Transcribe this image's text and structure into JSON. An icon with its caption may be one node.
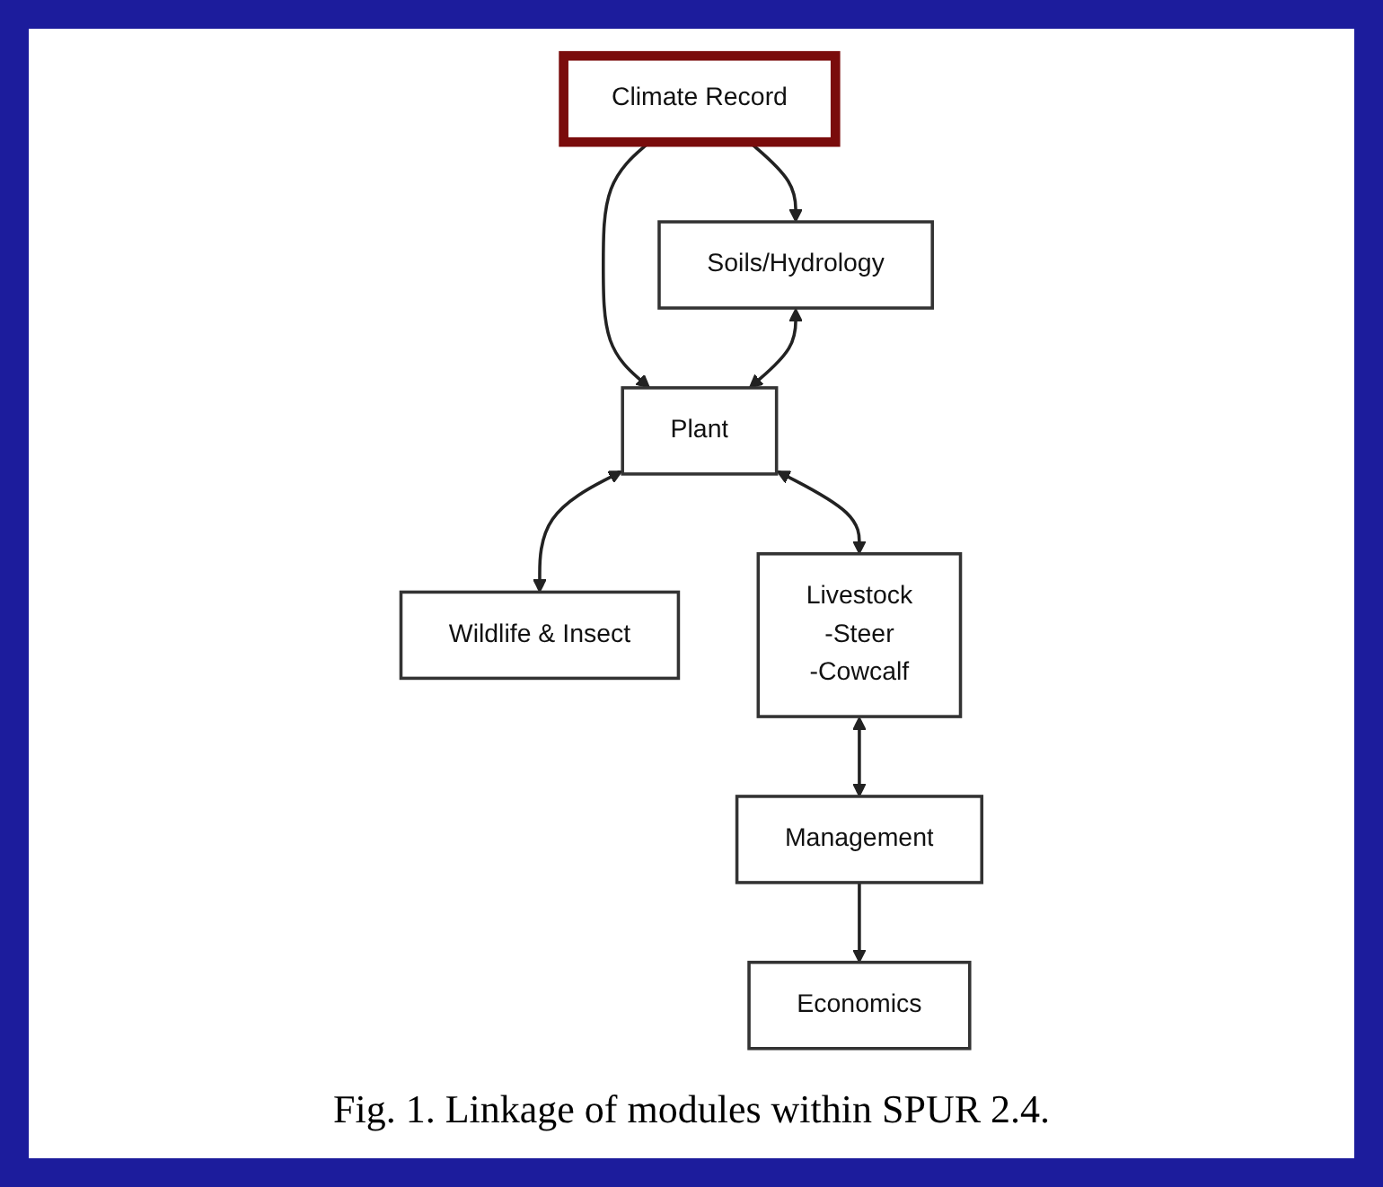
{
  "diagram": {
    "caption": "Fig. 1. Linkage of modules within SPUR 2.4.",
    "nodes": [
      {
        "text": [
          "Climate Record"
        ]
      },
      {
        "text": [
          "Soils/Hydrology"
        ]
      },
      {
        "text": [
          "Plant"
        ]
      },
      {
        "text": [
          "Wildlife & Insect"
        ]
      },
      {
        "text": [
          "Livestock",
          "-Steer",
          "-Cowcalf"
        ]
      },
      {
        "text": [
          "Management"
        ]
      },
      {
        "text": [
          "Economics"
        ]
      }
    ],
    "edges": [
      {
        "from": 0,
        "to": 1,
        "arrow": "to"
      },
      {
        "from": 0,
        "to": 2,
        "arrow": "to"
      },
      {
        "from": 1,
        "to": 2,
        "arrow": "both"
      },
      {
        "from": 2,
        "to": 3,
        "arrow": "both"
      },
      {
        "from": 2,
        "to": 4,
        "arrow": "both"
      },
      {
        "from": 4,
        "to": 5,
        "arrow": "both"
      },
      {
        "from": 5,
        "to": 6,
        "arrow": "to"
      }
    ]
  }
}
